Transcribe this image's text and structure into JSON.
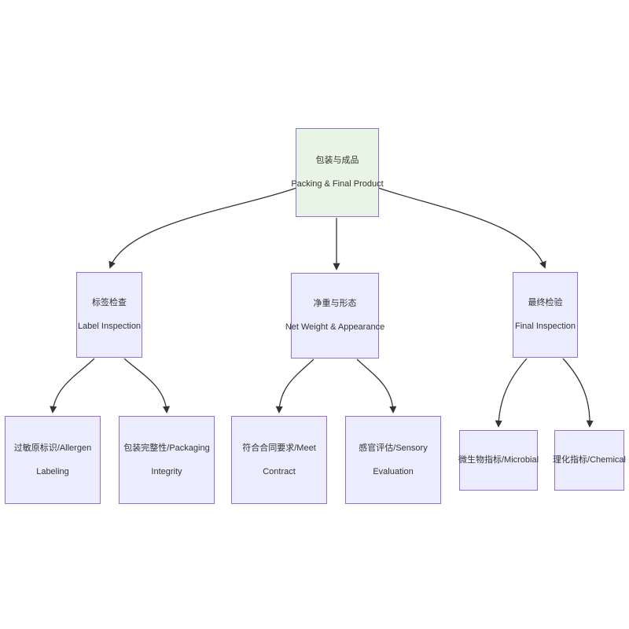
{
  "diagram": {
    "type": "flowchart-tree",
    "colors": {
      "background": "#ffffff",
      "node_fill": "#ECECFF",
      "node_border": "#9370DB",
      "root_fill": "#E8F5E4",
      "edge": "#333333",
      "text": "#333333"
    },
    "nodes": {
      "root": {
        "line1": "包装与成品",
        "line2": "Packing & Final Product"
      },
      "label_inspection": {
        "line1": "标签检查",
        "line2": "Label Inspection"
      },
      "net_weight": {
        "line1": "净重与形态",
        "line2": "Net Weight & Appearance"
      },
      "final_inspection": {
        "line1": "最终检验",
        "line2": "Final Inspection"
      },
      "allergen": {
        "line1": "过敏原标识/Allergen",
        "line2": "Labeling"
      },
      "packaging_integrity": {
        "line1": "包装完整性/Packaging",
        "line2": "Integrity"
      },
      "meet_contract": {
        "line1": "符合合同要求/Meet",
        "line2": "Contract"
      },
      "sensory": {
        "line1": "感官评估/Sensory",
        "line2": "Evaluation"
      },
      "microbial": {
        "line1": "微生物指标/Microbial"
      },
      "chemical": {
        "line1": "理化指标/Chemical"
      }
    },
    "edges": [
      {
        "from": "root",
        "to": "label_inspection"
      },
      {
        "from": "root",
        "to": "net_weight"
      },
      {
        "from": "root",
        "to": "final_inspection"
      },
      {
        "from": "label_inspection",
        "to": "allergen"
      },
      {
        "from": "label_inspection",
        "to": "packaging_integrity"
      },
      {
        "from": "net_weight",
        "to": "meet_contract"
      },
      {
        "from": "net_weight",
        "to": "sensory"
      },
      {
        "from": "final_inspection",
        "to": "microbial"
      },
      {
        "from": "final_inspection",
        "to": "chemical"
      }
    ]
  }
}
